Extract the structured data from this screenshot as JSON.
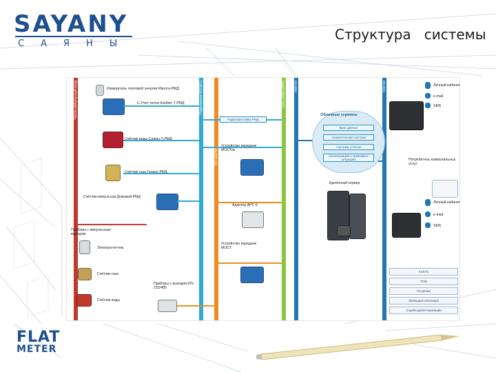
{
  "header": {
    "logo_main": "SAYANY",
    "logo_sub": "САЯНЫ",
    "title": "Структура   системы"
  },
  "footer_logo": {
    "line1": "FLAT",
    "line2": "METER"
  },
  "diagram": {
    "bus_labels": [
      "Число-импульсный вход",
      "Радиоканал 433 МГц",
      "RS-232/485",
      "Сеть GSM/GPRS",
      "Internet",
      "Internet"
    ],
    "devices": [
      "Измеритель тепловой энергии Иволга-РМД",
      "С-Учет тепла Комбат-Т-РМД",
      "Счётчик воды Саяны-Т-РМД",
      "Счётчик газа Гелиос-РМД",
      "Счётчик-импульсов Домовой-РМД"
    ],
    "left_group_title": "Приборы с импульсным выходом",
    "left_group_items": [
      "Электросчётчик",
      "Счётчик газа",
      "Счётчик воды"
    ],
    "rs_group_title": "Приборы с выходом RS-232/485",
    "middle_boxes": [
      "Радиоприставка РМД",
      "Устройство передачи МОСТик",
      "Адаптер АРС-9",
      "Устройство передачи МОСТ"
    ],
    "cloud_title": "Облачные сервисы",
    "cloud_items": [
      "База данных",
      "Аналитическая система",
      "Система отчётов",
      "Сигнализация о тревожных ситуациях"
    ],
    "server_label": "Удалённый сервер",
    "consumer_label": "Потребитель коммунальных услуг",
    "right_top_items": [
      "Личный кабинет",
      "e-mail",
      "SMS"
    ],
    "right_mid_items": [
      "Личный кабинет",
      "e-mail",
      "SMS"
    ],
    "right_bottom_rows": [
      "АСКУЭ",
      "ТСЖ",
      "Госорганы",
      "Жилищная инспекция",
      "Служба диспетчеризации"
    ]
  }
}
